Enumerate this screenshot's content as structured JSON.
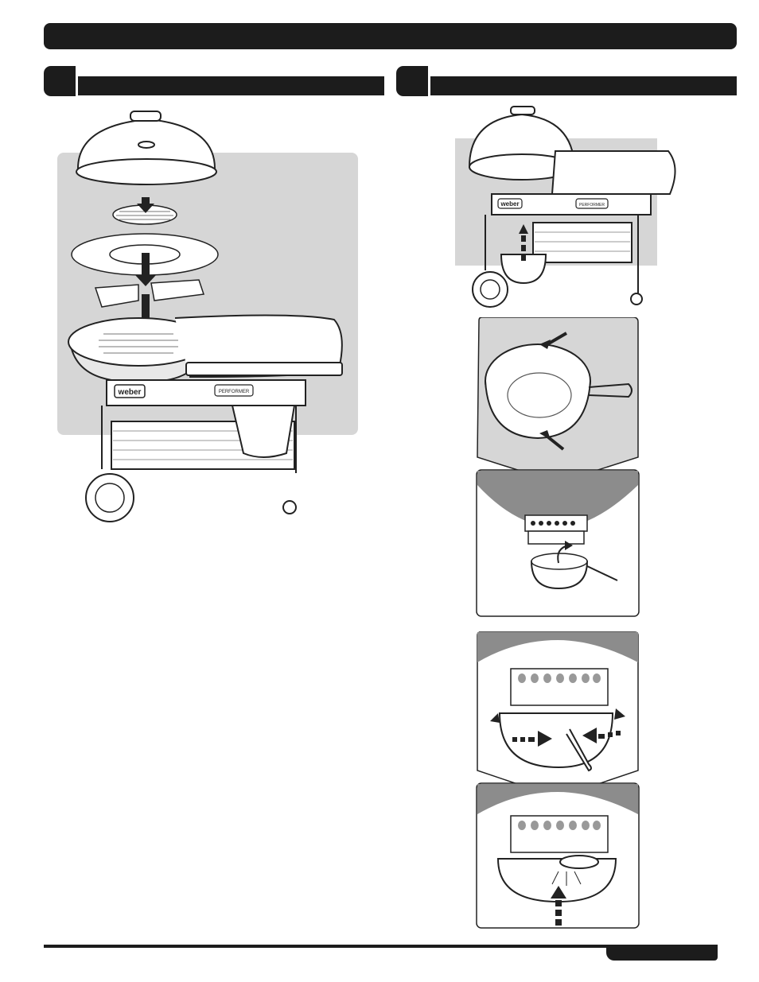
{
  "page": {
    "title": "",
    "page_number": ""
  },
  "steps": [
    {
      "number": "",
      "heading": ""
    },
    {
      "number": "",
      "heading": ""
    }
  ],
  "figures": {
    "grill_exploded": {
      "brand_badge": "weber",
      "panel_label": "PERFORMER"
    },
    "grill_ash_catcher": {
      "brand_badge": "weber",
      "panel_label": "PERFORMER"
    }
  },
  "colors": {
    "bar": "#1c1c1c",
    "panel_gray": "#d6d6d6",
    "dark_gray": "#8c8c8c"
  }
}
